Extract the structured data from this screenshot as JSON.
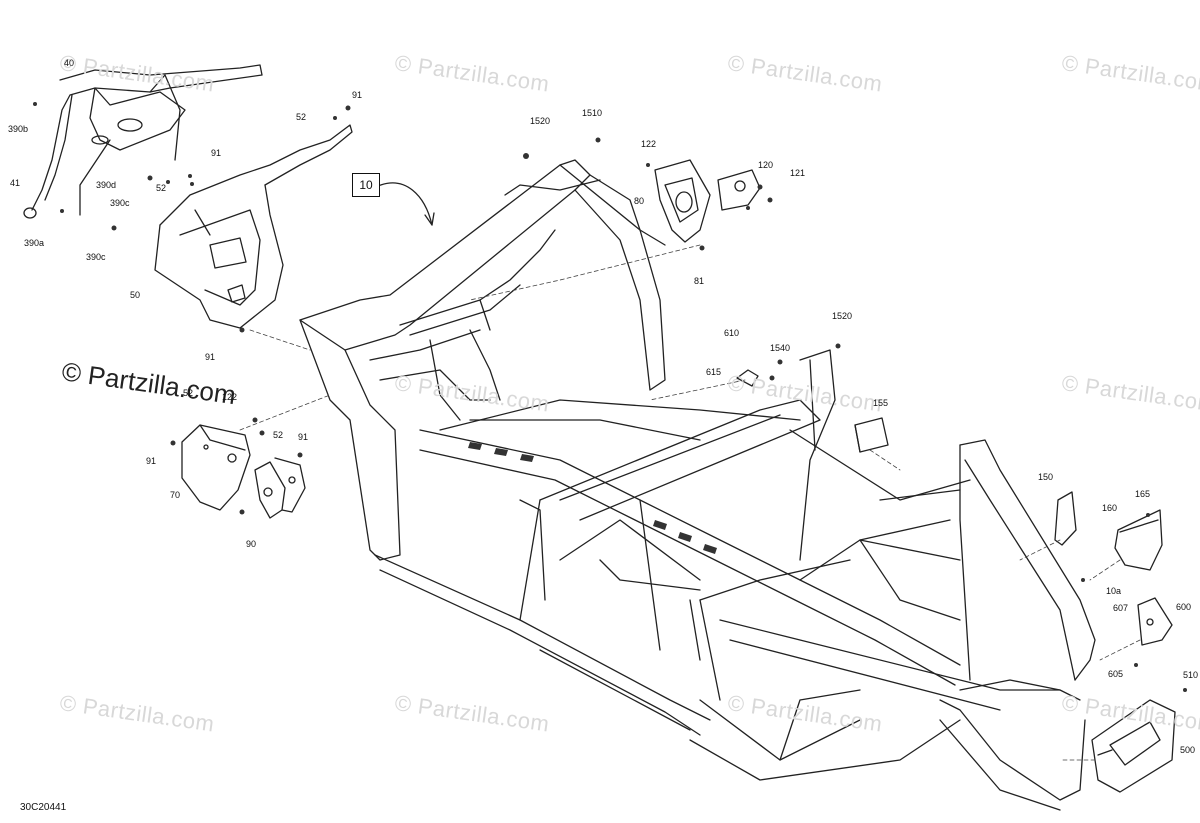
{
  "diagram": {
    "code": "30C20441",
    "ref_box": "10",
    "watermark_main": "© Partzilla.com",
    "watermark_faint": "© Partzilla.com"
  },
  "callouts": {
    "c40": "40",
    "c390b": "390b",
    "c41": "41",
    "c390a": "390a",
    "c390d": "390d",
    "c390c_a": "390c",
    "c390c_b": "390c",
    "c52_a": "52",
    "c91_a": "91",
    "c91_b": "91",
    "c52_b": "52",
    "c50": "50",
    "c91_c": "91",
    "c1520_a": "1520",
    "c1510": "1510",
    "c122_a": "122",
    "c120": "120",
    "c121": "121",
    "c80": "80",
    "c81": "81",
    "c610": "610",
    "c1540": "1540",
    "c1520_b": "1520",
    "c615": "615",
    "c155": "155",
    "c52_c": "52",
    "c122_b": "122",
    "c52_d": "52",
    "c91_d": "91",
    "c91_e": "91",
    "c70": "70",
    "c90": "90",
    "c150": "150",
    "c165": "165",
    "c160": "160",
    "c10a": "10a",
    "c607": "607",
    "c600": "600",
    "c605": "605",
    "c510": "510",
    "c500": "500"
  }
}
